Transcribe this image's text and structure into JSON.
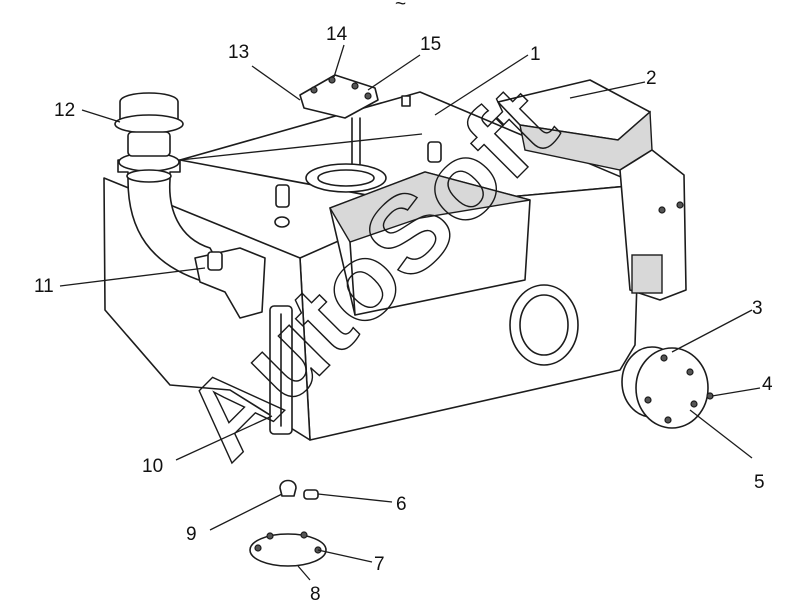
{
  "watermark": {
    "text": "AutoSoft"
  },
  "top_mark": "~",
  "callouts": [
    {
      "id": "1",
      "label": "1"
    },
    {
      "id": "2",
      "label": "2"
    },
    {
      "id": "3",
      "label": "3"
    },
    {
      "id": "4",
      "label": "4"
    },
    {
      "id": "5",
      "label": "5"
    },
    {
      "id": "6",
      "label": "6"
    },
    {
      "id": "7",
      "label": "7"
    },
    {
      "id": "8",
      "label": "8"
    },
    {
      "id": "9",
      "label": "9"
    },
    {
      "id": "10",
      "label": "10"
    },
    {
      "id": "11",
      "label": "11"
    },
    {
      "id": "12",
      "label": "12"
    },
    {
      "id": "13",
      "label": "13"
    },
    {
      "id": "14",
      "label": "14"
    },
    {
      "id": "15",
      "label": "15"
    }
  ]
}
